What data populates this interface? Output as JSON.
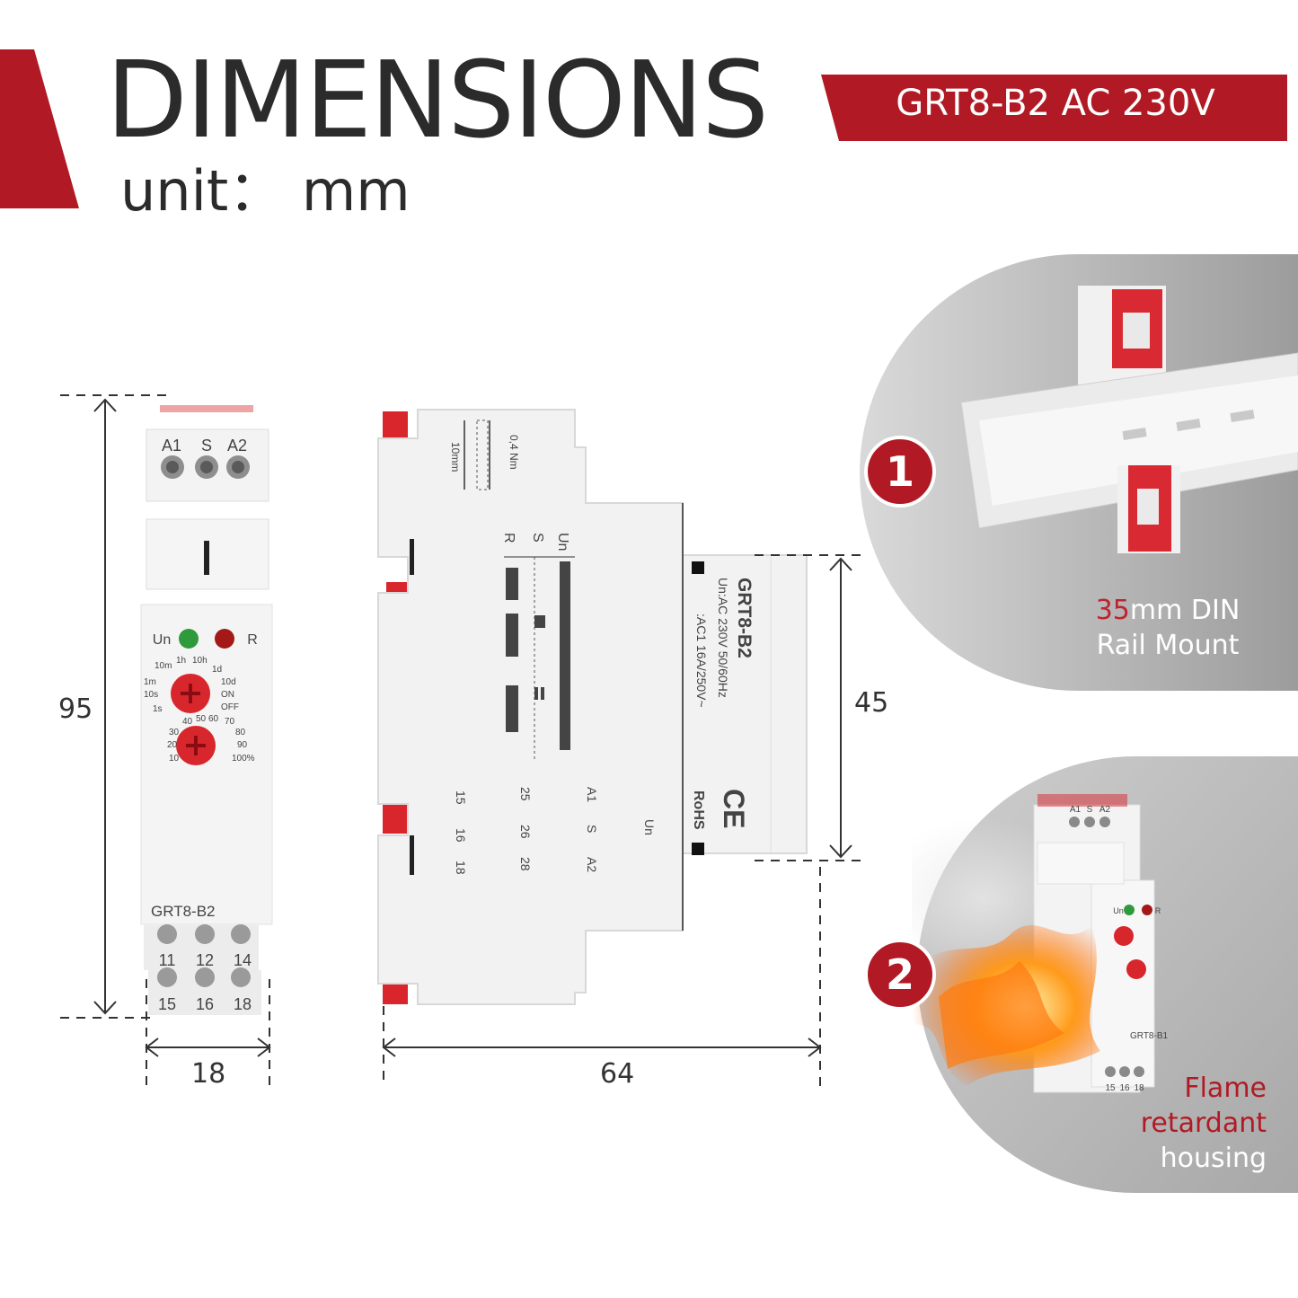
{
  "header": {
    "title": "DIMENSIONS",
    "unit_label": "unit： mm",
    "model_banner": "GRT8-B2 AC 230V"
  },
  "front_view": {
    "top_terminals": [
      "A1",
      "S",
      "A2"
    ],
    "indicators": [
      "Un",
      "R"
    ],
    "dial1_labels": [
      "10m",
      "1h",
      "10h",
      "1d",
      "10d",
      "ON",
      "OFF",
      "1m",
      "10s",
      "1s"
    ],
    "dial2_labels": [
      "40",
      "50",
      "60",
      "70",
      "80",
      "90",
      "100%",
      "30",
      "20",
      "10"
    ],
    "model": "GRT8-B2",
    "bottom_terminals_row1": [
      "11",
      "12",
      "14"
    ],
    "bottom_terminals_row2": [
      "15",
      "16",
      "18"
    ],
    "height_label": "95",
    "width_label": "18"
  },
  "side_view": {
    "torque": "0,4 Nm",
    "strip_length": "10mm",
    "diagram_labels": [
      "R",
      "S",
      "Un"
    ],
    "model": "GRT8-B2",
    "rating_line1": "Un:AC 230V 50/60Hz",
    "rating_line2": ":AC1 16A/250V~",
    "ce": "CE",
    "rohs": "RoHS",
    "wiring_labels": [
      "15",
      "16",
      "18",
      "25",
      "26",
      "28",
      "A1",
      "S",
      "A2",
      "Un"
    ],
    "depth_label": "64",
    "front_height_label": "45"
  },
  "features": [
    {
      "number": "1",
      "highlight": "35",
      "line1_rest": "mm DIN",
      "line2": "Rail Mount"
    },
    {
      "number": "2",
      "lines": [
        "Flame",
        "retardant",
        "housing"
      ]
    }
  ],
  "feature2_product": {
    "top_terminals": [
      "A1",
      "S",
      "A2"
    ],
    "indicators": [
      "Un",
      "R"
    ],
    "model": "GRT8-B1",
    "bottom_terminals": [
      "15",
      "16",
      "18"
    ]
  },
  "colors": {
    "brand_red": "#b11a24",
    "text_dark": "#2b2b2b",
    "panel_gray": "#a9a9a9",
    "highlight_red": "#c0232c"
  }
}
